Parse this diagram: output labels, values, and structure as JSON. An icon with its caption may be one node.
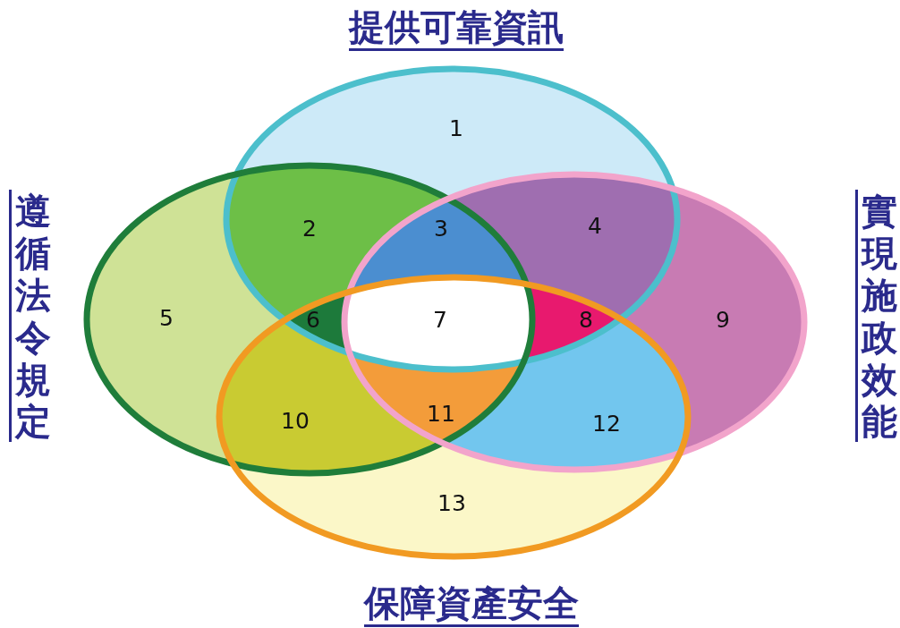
{
  "diagram": {
    "labels": [
      "提供可靠資訊",
      "遵循法令規定",
      "實現施政效能",
      "1",
      "2",
      "3",
      "4",
      "5",
      "6",
      "7",
      "8",
      "9",
      "10",
      "11",
      "12",
      "13",
      "保障資產安全"
    ]
  }
}
